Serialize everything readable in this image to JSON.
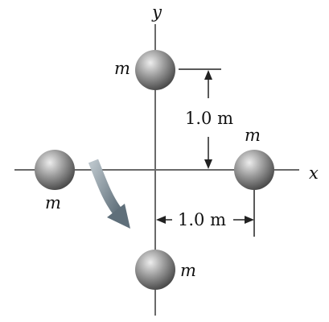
{
  "axes": {
    "x_label": "x",
    "y_label": "y"
  },
  "masses": [
    {
      "id": "top",
      "label": "m"
    },
    {
      "id": "left",
      "label": "m"
    },
    {
      "id": "right",
      "label": "m"
    },
    {
      "id": "bottom",
      "label": "m"
    }
  ],
  "dimensions": {
    "vertical_label": "1.0 m",
    "horizontal_label": "1.0 m"
  },
  "colors": {
    "axis": "#6a6a6a",
    "sphere_dark": "#3e3e3e",
    "sphere_light": "#e6e6e6",
    "rotation_arrow": "#6f7e88",
    "text": "#111111"
  },
  "rotation_arrow": {
    "icon": "curved-rotation-arrow-icon",
    "direction": "clockwise"
  }
}
